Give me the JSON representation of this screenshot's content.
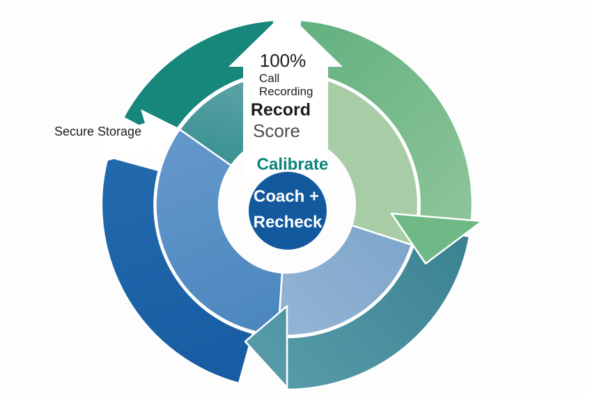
{
  "diagram": {
    "side_label": "Secure Storage",
    "up_arrow": {
      "headline": "100%",
      "subline1": "Call",
      "subline2": "Recording"
    },
    "steps": {
      "record": "Record",
      "score": "Score",
      "calibrate": "Calibrate"
    },
    "center": {
      "line1": "Coach +",
      "line2": "Recheck"
    },
    "icons": {
      "up_arrow": "block-arrow-up",
      "side_arrow": "block-arrow-right",
      "flow_arrowhead_green": "triangle-clockwise",
      "flow_arrowhead_steel": "triangle-clockwise"
    },
    "colors": {
      "outer_teal": "#17867b",
      "outer_green_dark": "#62b07f",
      "outer_green_light": "#8ec59a",
      "green_arrowhead": "#6eb985",
      "steel_dark": "#3a8191",
      "steel_light": "#579ba8",
      "outer_blue_light": "#2268ac",
      "outer_blue_dark": "#175ca2",
      "inner_green": "#a8cda6",
      "inner_lightblue_dark": "#7fa6cb",
      "inner_lightblue_light": "#92b4d4",
      "inner_midblue_light": "#6397ca",
      "inner_midblue_dark": "#4a86be",
      "inner_teal_light": "#5aa1a4",
      "inner_teal_dark": "#3a9193",
      "center_blue": "#12599e",
      "calibrate_text": "#0b8377",
      "score_text": "#4d4d4d",
      "dark_text": "#1c1c1c",
      "white_text": "#ffffff"
    }
  }
}
